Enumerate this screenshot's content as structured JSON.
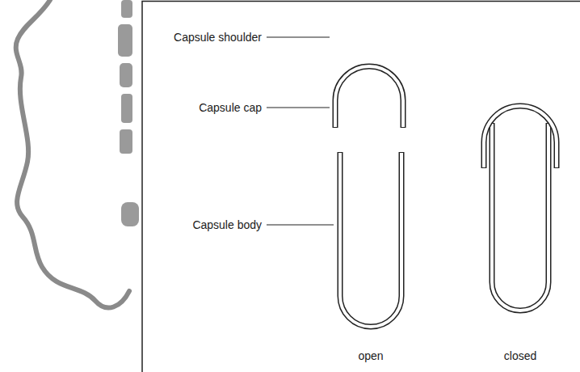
{
  "diagram": {
    "labels": [
      "Capsule shoulder",
      "Capsule cap",
      "Capsule body",
      "open",
      "closed"
    ]
  }
}
